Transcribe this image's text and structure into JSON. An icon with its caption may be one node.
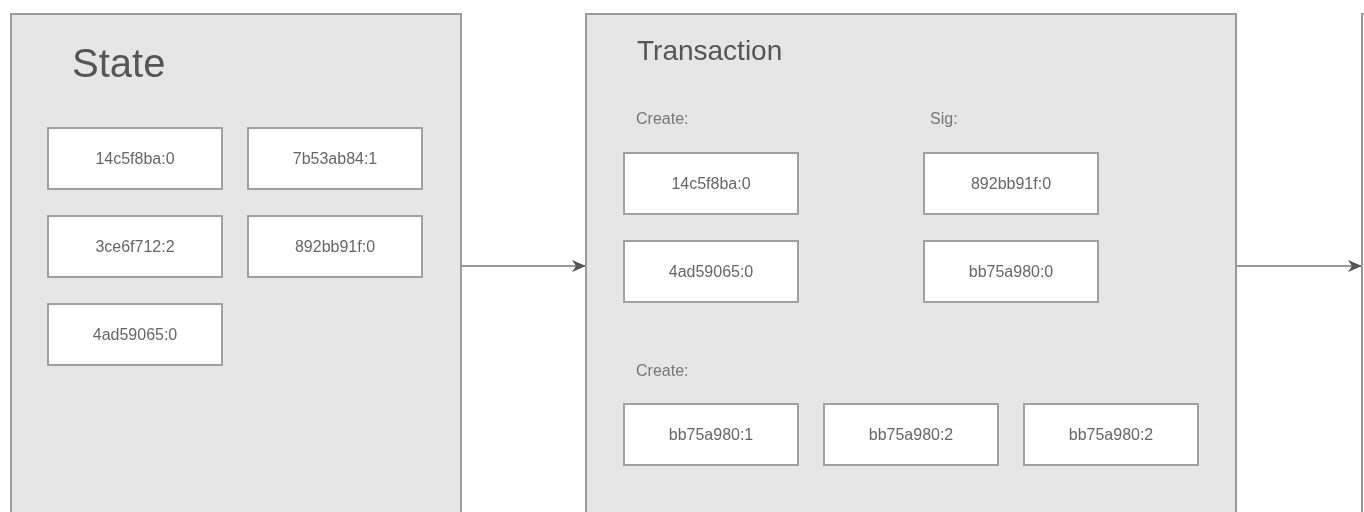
{
  "diagram": {
    "nodes": [
      {
        "text": [
          "State"
        ]
      },
      {
        "text": [
          "14c5f8ba:0"
        ],
        "in": 0
      },
      {
        "text": [
          "7b53ab84:1"
        ],
        "in": 0
      },
      {
        "text": [
          "3ce6f712:2"
        ],
        "in": 0
      },
      {
        "text": [
          "892bb91f:0"
        ],
        "in": 0
      },
      {
        "text": [
          "4ad59065:0"
        ],
        "in": 0
      },
      {
        "text": [
          "Transaction"
        ]
      },
      {
        "text": [
          "14c5f8ba:0"
        ],
        "in": 6
      },
      {
        "text": [
          "892bb91f:0"
        ],
        "in": 6
      },
      {
        "text": [
          "4ad59065:0"
        ],
        "in": 6
      },
      {
        "text": [
          "bb75a980:0"
        ],
        "in": 6
      },
      {
        "text": [
          "bb75a980:1"
        ],
        "in": 6
      },
      {
        "text": [
          "bb75a980:2"
        ],
        "in": 6
      },
      {
        "text": [
          "bb75a980:2"
        ],
        "in": 6
      },
      {
        "text": [],
        "shape": "box"
      }
    ],
    "edges": [
      {
        "from": 0,
        "to": 6,
        "arrow": "to"
      },
      {
        "from": 6,
        "to": 14,
        "arrow": "to"
      }
    ],
    "labels": [
      "Create:",
      "Sig:",
      "Create:"
    ]
  }
}
